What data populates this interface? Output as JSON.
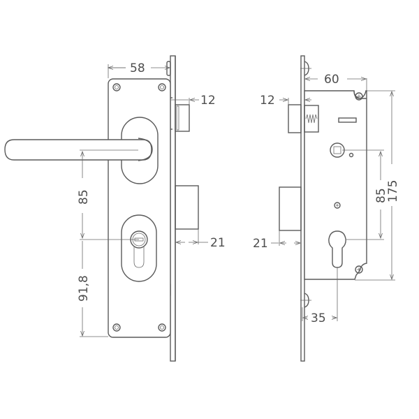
{
  "drawing": {
    "title": "Mortise lock with lever handle plate – dimensional drawing",
    "line_color": "#5a5a5a",
    "text_color": "#4d4d4d",
    "background": "#ffffff"
  },
  "front_view": {
    "dimensions": {
      "plate_width": "58",
      "latch_projection": "12",
      "deadbolt_projection": "21",
      "handle_to_cylinder": "85",
      "cylinder_to_plate_bottom": "91,8"
    }
  },
  "side_view": {
    "dimensions": {
      "body_depth": "60",
      "latch_projection": "12",
      "deadbolt_projection": "21",
      "handle_to_cylinder": "85",
      "body_height": "175",
      "backset": "35"
    }
  }
}
